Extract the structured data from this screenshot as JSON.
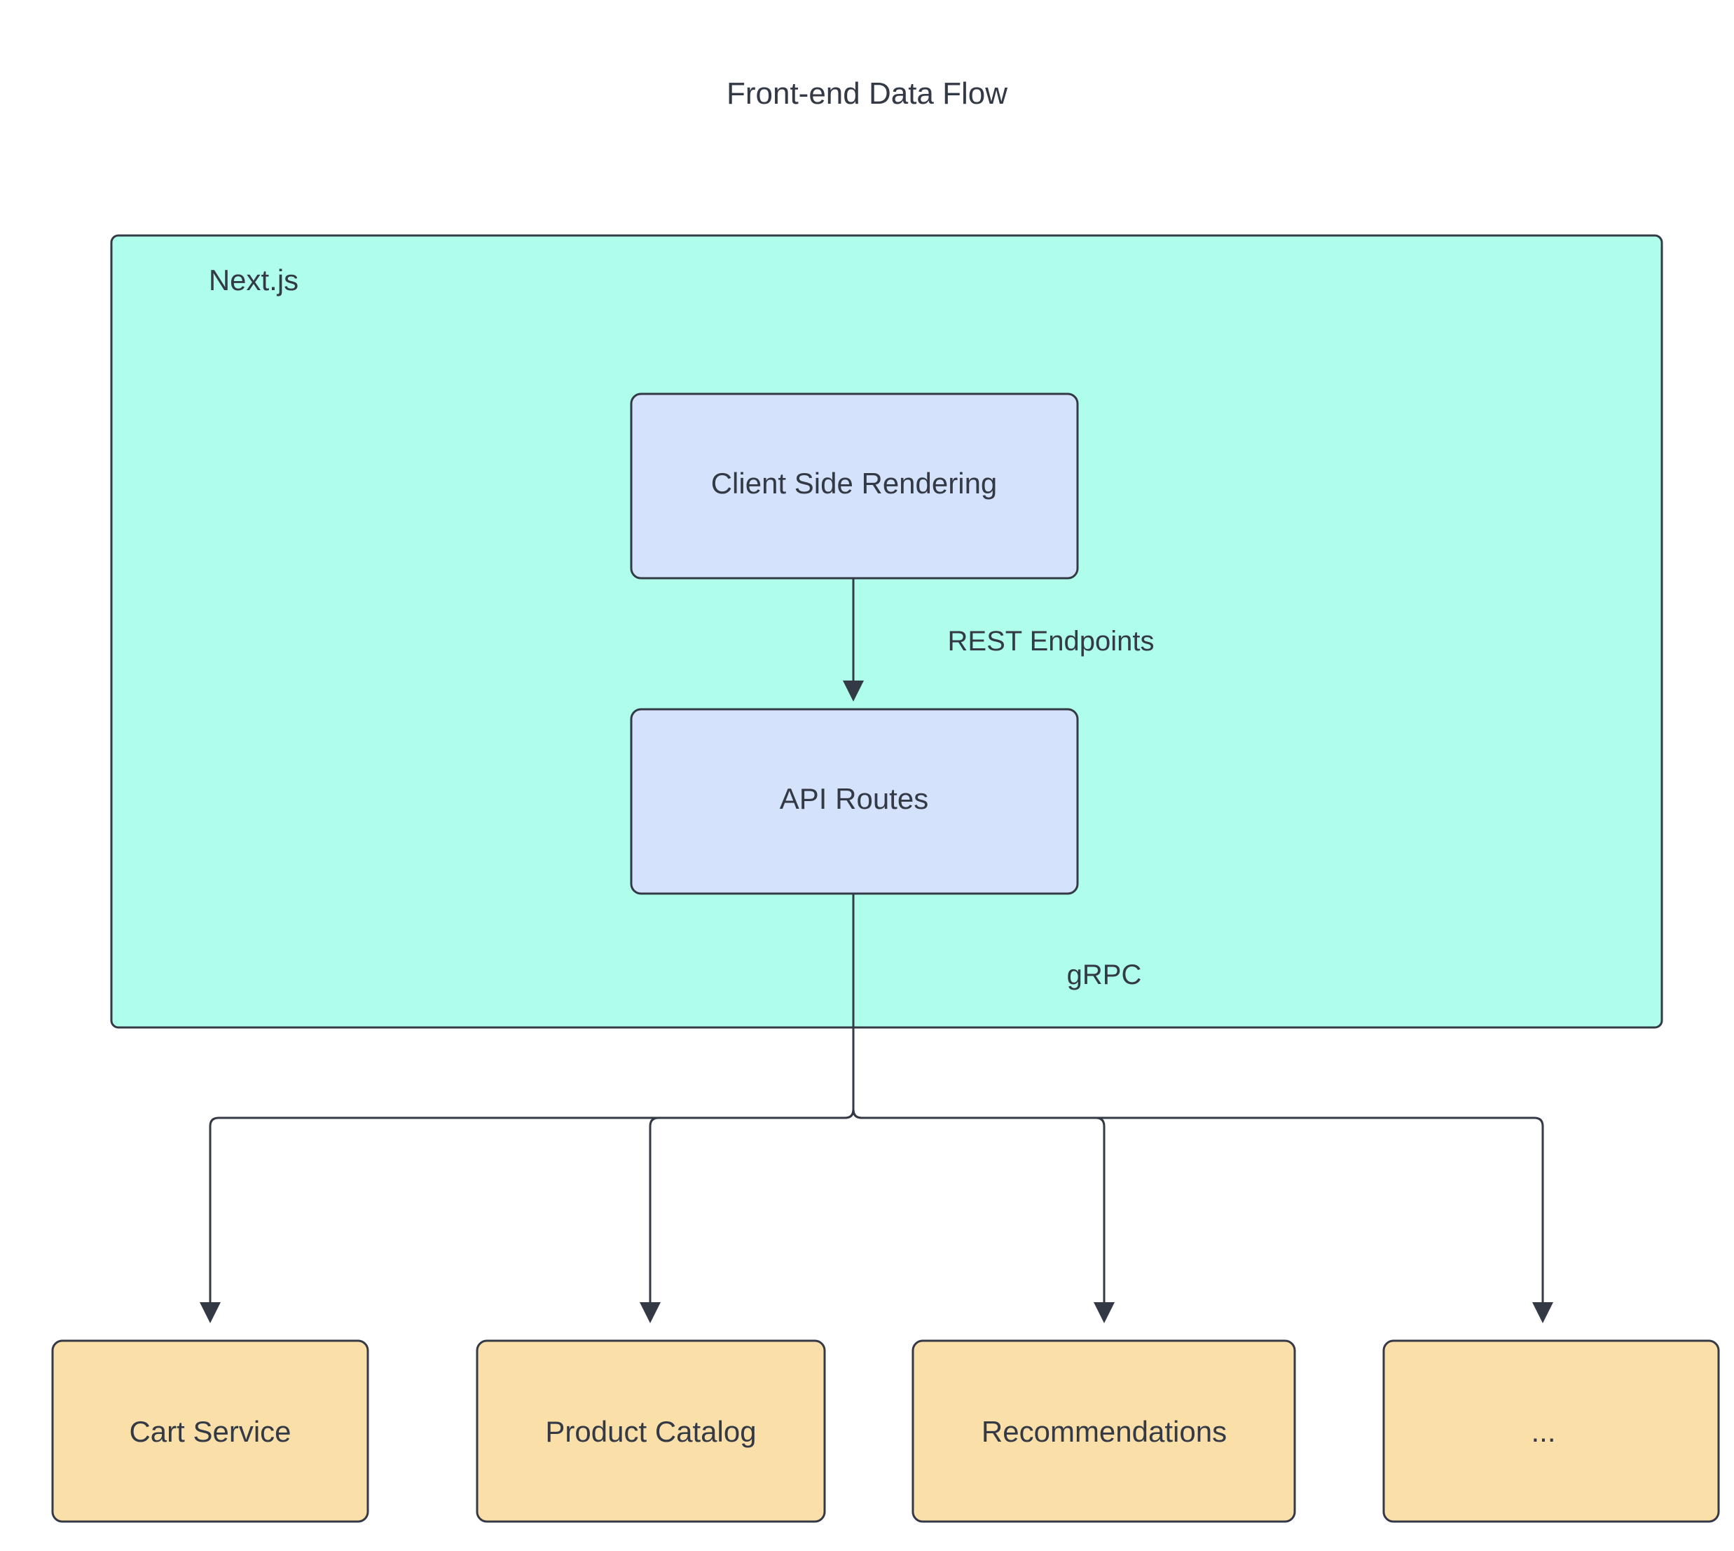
{
  "diagram": {
    "title": "Front-end Data Flow",
    "type": "flowchart",
    "direction": "top-down",
    "colors": {
      "cluster_fill": "#affdeb",
      "cluster_stroke": "#333a45",
      "process_fill": "#d5e2fb",
      "process_stroke": "#333a45",
      "service_fill": "#fbdfa8",
      "service_stroke": "#333a45",
      "edge_stroke": "#333a45",
      "text": "#333a45",
      "background": "#ffffff"
    },
    "cluster": {
      "id": "nextjs",
      "label": "Next.js"
    },
    "nodes": [
      {
        "id": "csr",
        "label": "Client Side Rendering",
        "group": "nextjs",
        "shape": "rounded-rect",
        "style": "process"
      },
      {
        "id": "api",
        "label": "API Routes",
        "group": "nextjs",
        "shape": "rounded-rect",
        "style": "process"
      },
      {
        "id": "cart",
        "label": "Cart Service",
        "group": "services",
        "shape": "rounded-rect",
        "style": "service"
      },
      {
        "id": "catalog",
        "label": "Product Catalog",
        "group": "services",
        "shape": "rounded-rect",
        "style": "service"
      },
      {
        "id": "recs",
        "label": "Recommendations",
        "group": "services",
        "shape": "rounded-rect",
        "style": "service"
      },
      {
        "id": "more",
        "label": "...",
        "group": "services",
        "shape": "rounded-rect",
        "style": "service"
      }
    ],
    "edges": [
      {
        "from": "csr",
        "to": "api",
        "label": "REST Endpoints",
        "arrow": "filled-triangle"
      },
      {
        "from": "api",
        "to": "cart",
        "label": "gRPC",
        "arrow": "filled-triangle"
      },
      {
        "from": "api",
        "to": "catalog",
        "label": "",
        "arrow": "filled-triangle"
      },
      {
        "from": "api",
        "to": "recs",
        "label": "",
        "arrow": "filled-triangle"
      },
      {
        "from": "api",
        "to": "more",
        "label": "",
        "arrow": "filled-triangle"
      }
    ],
    "edge_labels": {
      "rest": "REST Endpoints",
      "grpc": "gRPC"
    }
  }
}
